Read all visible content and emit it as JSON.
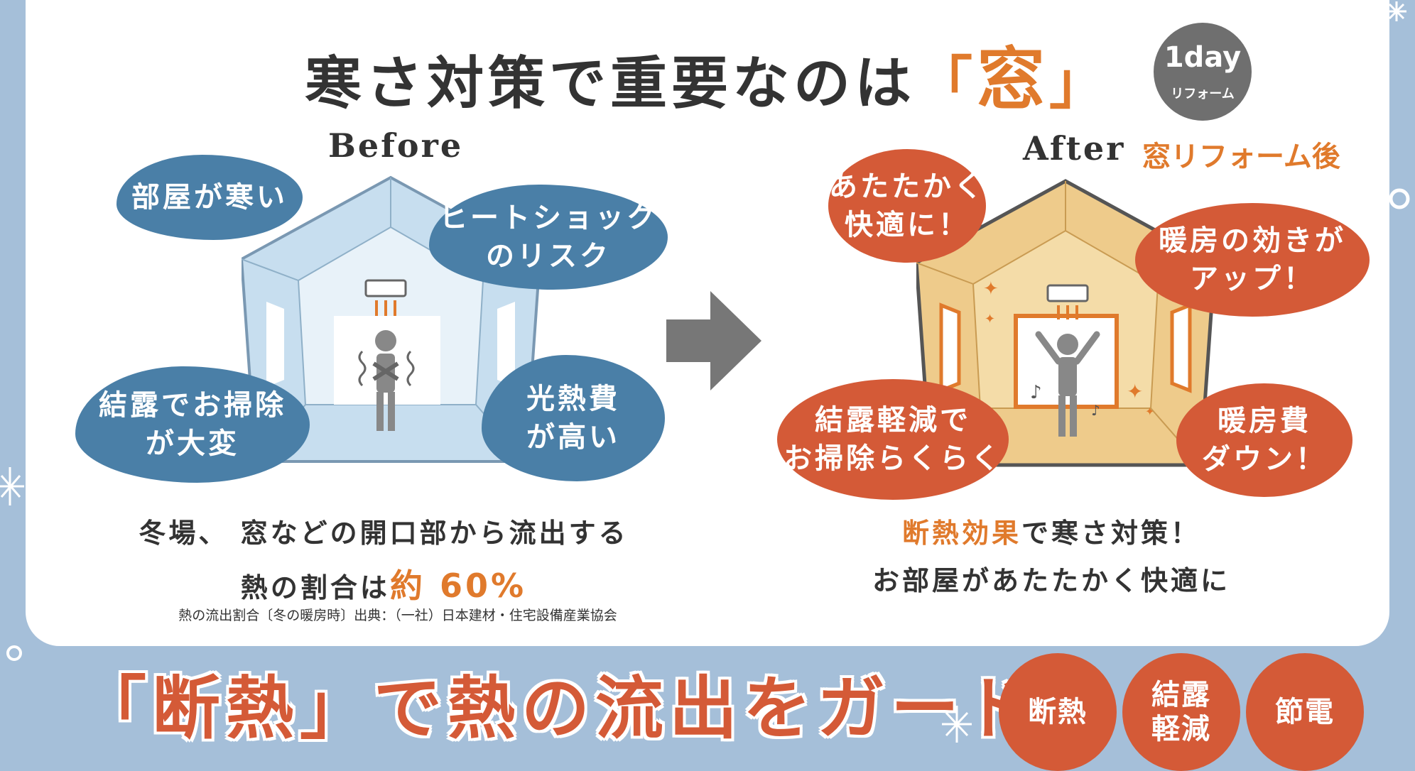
{
  "title": {
    "prefix": "寒さ対策で重要なのは",
    "open": "「",
    "highlight": "窓",
    "close": "」"
  },
  "badge": {
    "line1": "1day",
    "line2": "リフォーム"
  },
  "before": {
    "label": "Before",
    "bubbles": [
      "部屋が寒い",
      "ヒートショック\nのリスク",
      "結露でお掃除\nが大変",
      "光熱費\nが高い"
    ],
    "caption_line1": "冬場、 窓などの開口部から流出する",
    "caption_line2_prefix": "熱の割合は",
    "caption_line2_highlight": "約 60%",
    "source": "熱の流出割合〔冬の暖房時〕出典：（一社）日本建材・住宅設備産業協会"
  },
  "after": {
    "label": "After",
    "sublabel": "窓リフォーム後",
    "bubbles": [
      "あたたかく\n快適に！",
      "暖房の効きが\nアップ！",
      "結露軽減で\nお掃除らくらく",
      "暖房費\nダウン！"
    ],
    "caption_line1_highlight": "断熱効果",
    "caption_line1_suffix": "で寒さ対策！",
    "caption_line2": "お部屋があたたかく快適に"
  },
  "bottom": {
    "headline_open": "「",
    "headline_highlight": "断熱",
    "headline_close": "」",
    "headline_rest": "で熱の流出をガード!"
  },
  "features": [
    "断熱",
    "結露\n軽減",
    "節電"
  ],
  "colors": {
    "background": "#a5bfd9",
    "accent_orange": "#e07a2c",
    "bubble_blue": "#4a7fa7",
    "bubble_red": "#d45a37",
    "house_before": "#c7deef",
    "house_after": "#eecb8b"
  }
}
